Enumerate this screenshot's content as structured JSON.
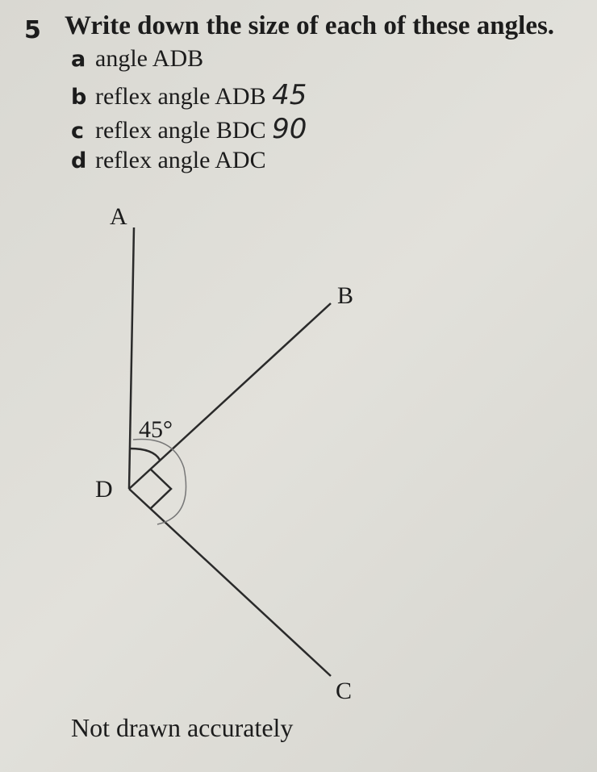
{
  "question": {
    "number": "5",
    "text": "Write down the size of each of these angles.",
    "parts": [
      {
        "letter": "a",
        "text": "angle ADB",
        "answer": ""
      },
      {
        "letter": "b",
        "text": "reflex angle ADB",
        "answer": "45"
      },
      {
        "letter": "c",
        "text": "reflex angle BDC",
        "answer": "90"
      },
      {
        "letter": "d",
        "text": "reflex angle ADC",
        "answer": ""
      }
    ]
  },
  "diagram": {
    "points": {
      "A": "A",
      "B": "B",
      "C": "C",
      "D": "D"
    },
    "angle_label": "45°",
    "right_angle_marked": true,
    "note": "Not drawn accurately"
  }
}
